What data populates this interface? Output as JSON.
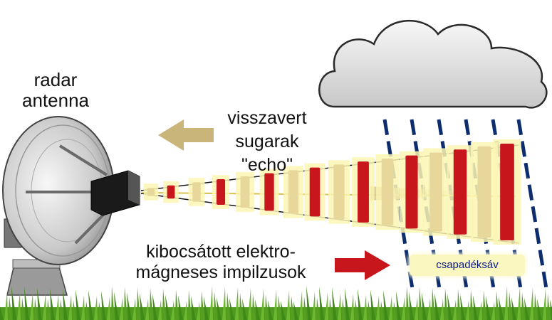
{
  "labels": {
    "antenna": [
      "radar",
      "antenna"
    ],
    "echo": [
      "visszavert",
      "sugarak",
      "\"echo\""
    ],
    "emitted": [
      "kibocsátott elektro-",
      "mágneses impilzusok"
    ],
    "band": "csapadéksáv"
  },
  "colors": {
    "pulse": "#c8161d",
    "echo_arrow": "#c9b47a",
    "emit_arrow": "#c8161d",
    "rain": "#0d2d6e",
    "glow": "#fbf6b4",
    "grass": "#4f9a1f",
    "cloud": "#e2e2e2"
  }
}
